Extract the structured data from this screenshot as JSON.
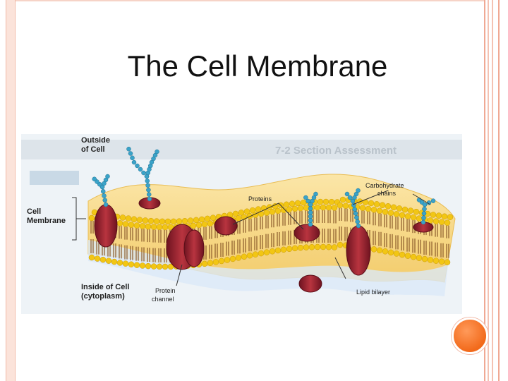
{
  "slide": {
    "title": "The Cell Membrane"
  },
  "diagram": {
    "background_heading": "7-2 Section Assessment",
    "labels": {
      "outside": [
        "Outside",
        "of Cell"
      ],
      "cell_membrane": [
        "Cell",
        "Membrane"
      ],
      "inside": [
        "Inside of Cell",
        "(cytoplasm)"
      ],
      "proteins": "Proteins",
      "carbohydrate": [
        "Carbohydrate",
        "chains"
      ],
      "protein_channel": [
        "Protein",
        "channel"
      ],
      "lipid_bilayer": "Lipid bilayer"
    },
    "colors": {
      "head": "#f2c614",
      "tail": "#8a5a2a",
      "protein": "#9b2130",
      "carb": "#3aa3c9",
      "membrane_band": "#f7d98a",
      "accent_orange": "#f26a1b",
      "frame_pink": "#f4c2b2"
    }
  }
}
